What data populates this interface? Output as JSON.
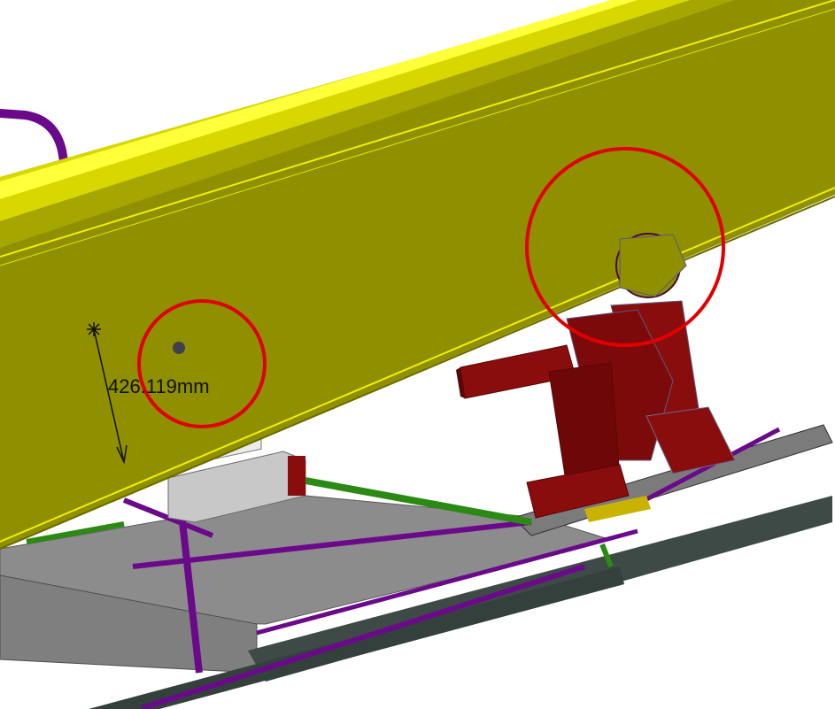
{
  "viewport": {
    "background": "#ffffff",
    "measurement": {
      "label": "426.119mm",
      "color": "#101010"
    }
  },
  "colors": {
    "beam_face": "#8f8f00",
    "beam_top": "#eded00",
    "beam_highlight": "#ffff3a",
    "beam_edge_line": "#f0f000",
    "annotation_circle": "#e00000",
    "mannequin": "#8a0d0d",
    "mannequin_shadow": "#5a0606",
    "frame_grey": "#8c8c8c",
    "frame_dark": "#3d4a45",
    "rail_purple": "#6a0a8a",
    "rail_green": "#2a8a14"
  },
  "annotations": [
    {
      "name": "hole-marker-left",
      "shape": "circle"
    },
    {
      "name": "hole-marker-right",
      "shape": "circle"
    }
  ]
}
